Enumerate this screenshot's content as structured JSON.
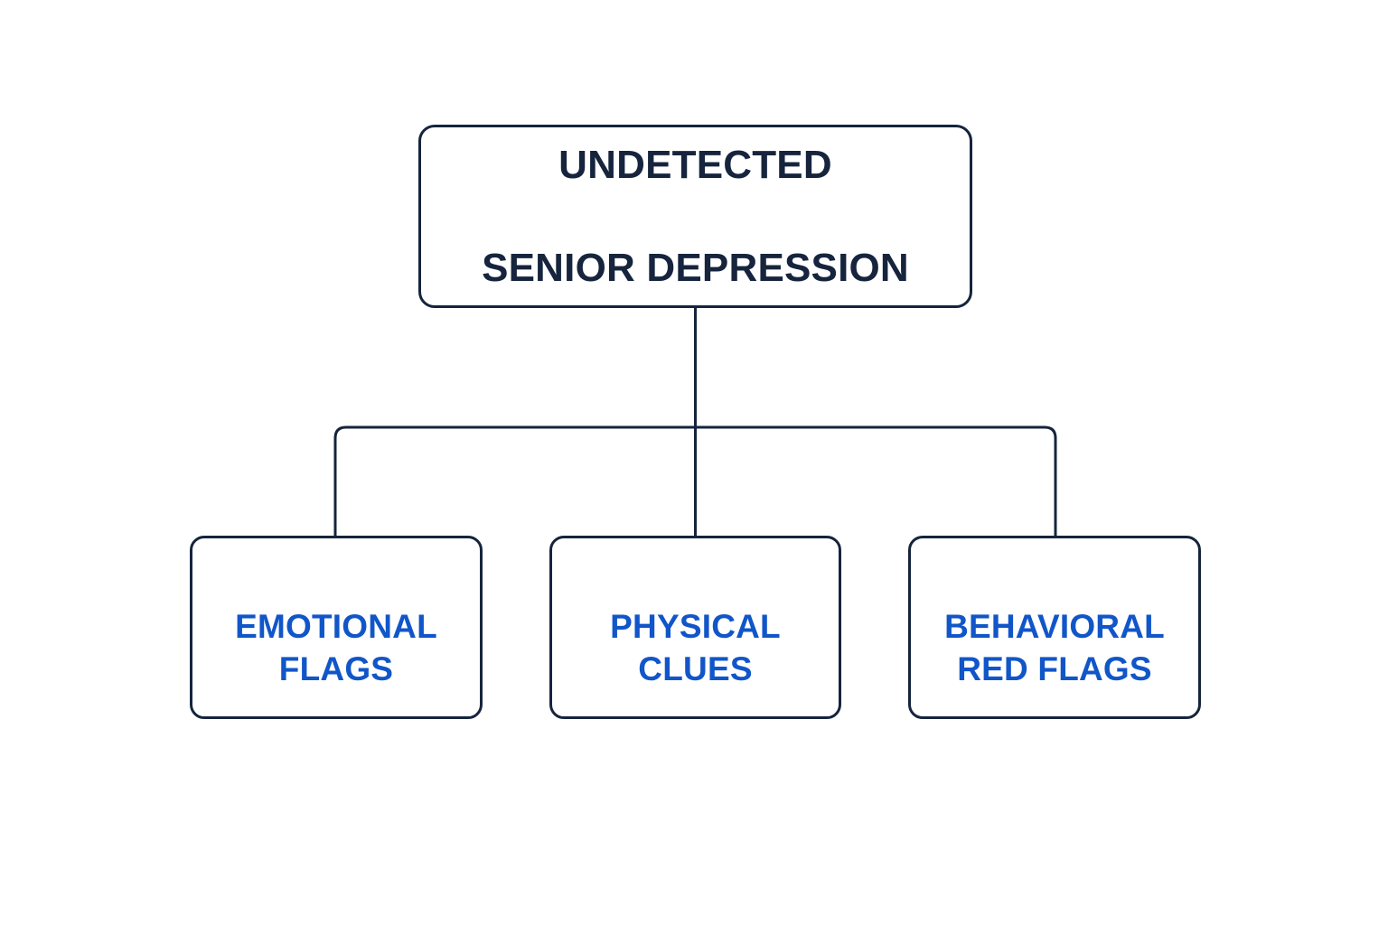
{
  "diagram": {
    "type": "hierarchy-tree",
    "background_color": "#ffffff",
    "line_color": "#16243d",
    "root": {
      "id": "root",
      "line_1": "UNDETECTED",
      "line_2": "SENIOR DEPRESSION",
      "text_color": "#16243d",
      "border_color": "#16243d",
      "fill_color": "#ffffff"
    },
    "children": [
      {
        "id": "child-0",
        "line_1": "EMOTIONAL",
        "line_2": "FLAGS",
        "text_color": "#1156c9",
        "border_color": "#16243d",
        "fill_color": "#ffffff"
      },
      {
        "id": "child-1",
        "line_1": "PHYSICAL",
        "line_2": "CLUES",
        "text_color": "#1156c9",
        "border_color": "#16243d",
        "fill_color": "#ffffff"
      },
      {
        "id": "child-2",
        "line_1": "BEHAVIORAL",
        "line_2": "RED FLAGS",
        "text_color": "#1156c9",
        "border_color": "#16243d",
        "fill_color": "#ffffff"
      }
    ]
  }
}
